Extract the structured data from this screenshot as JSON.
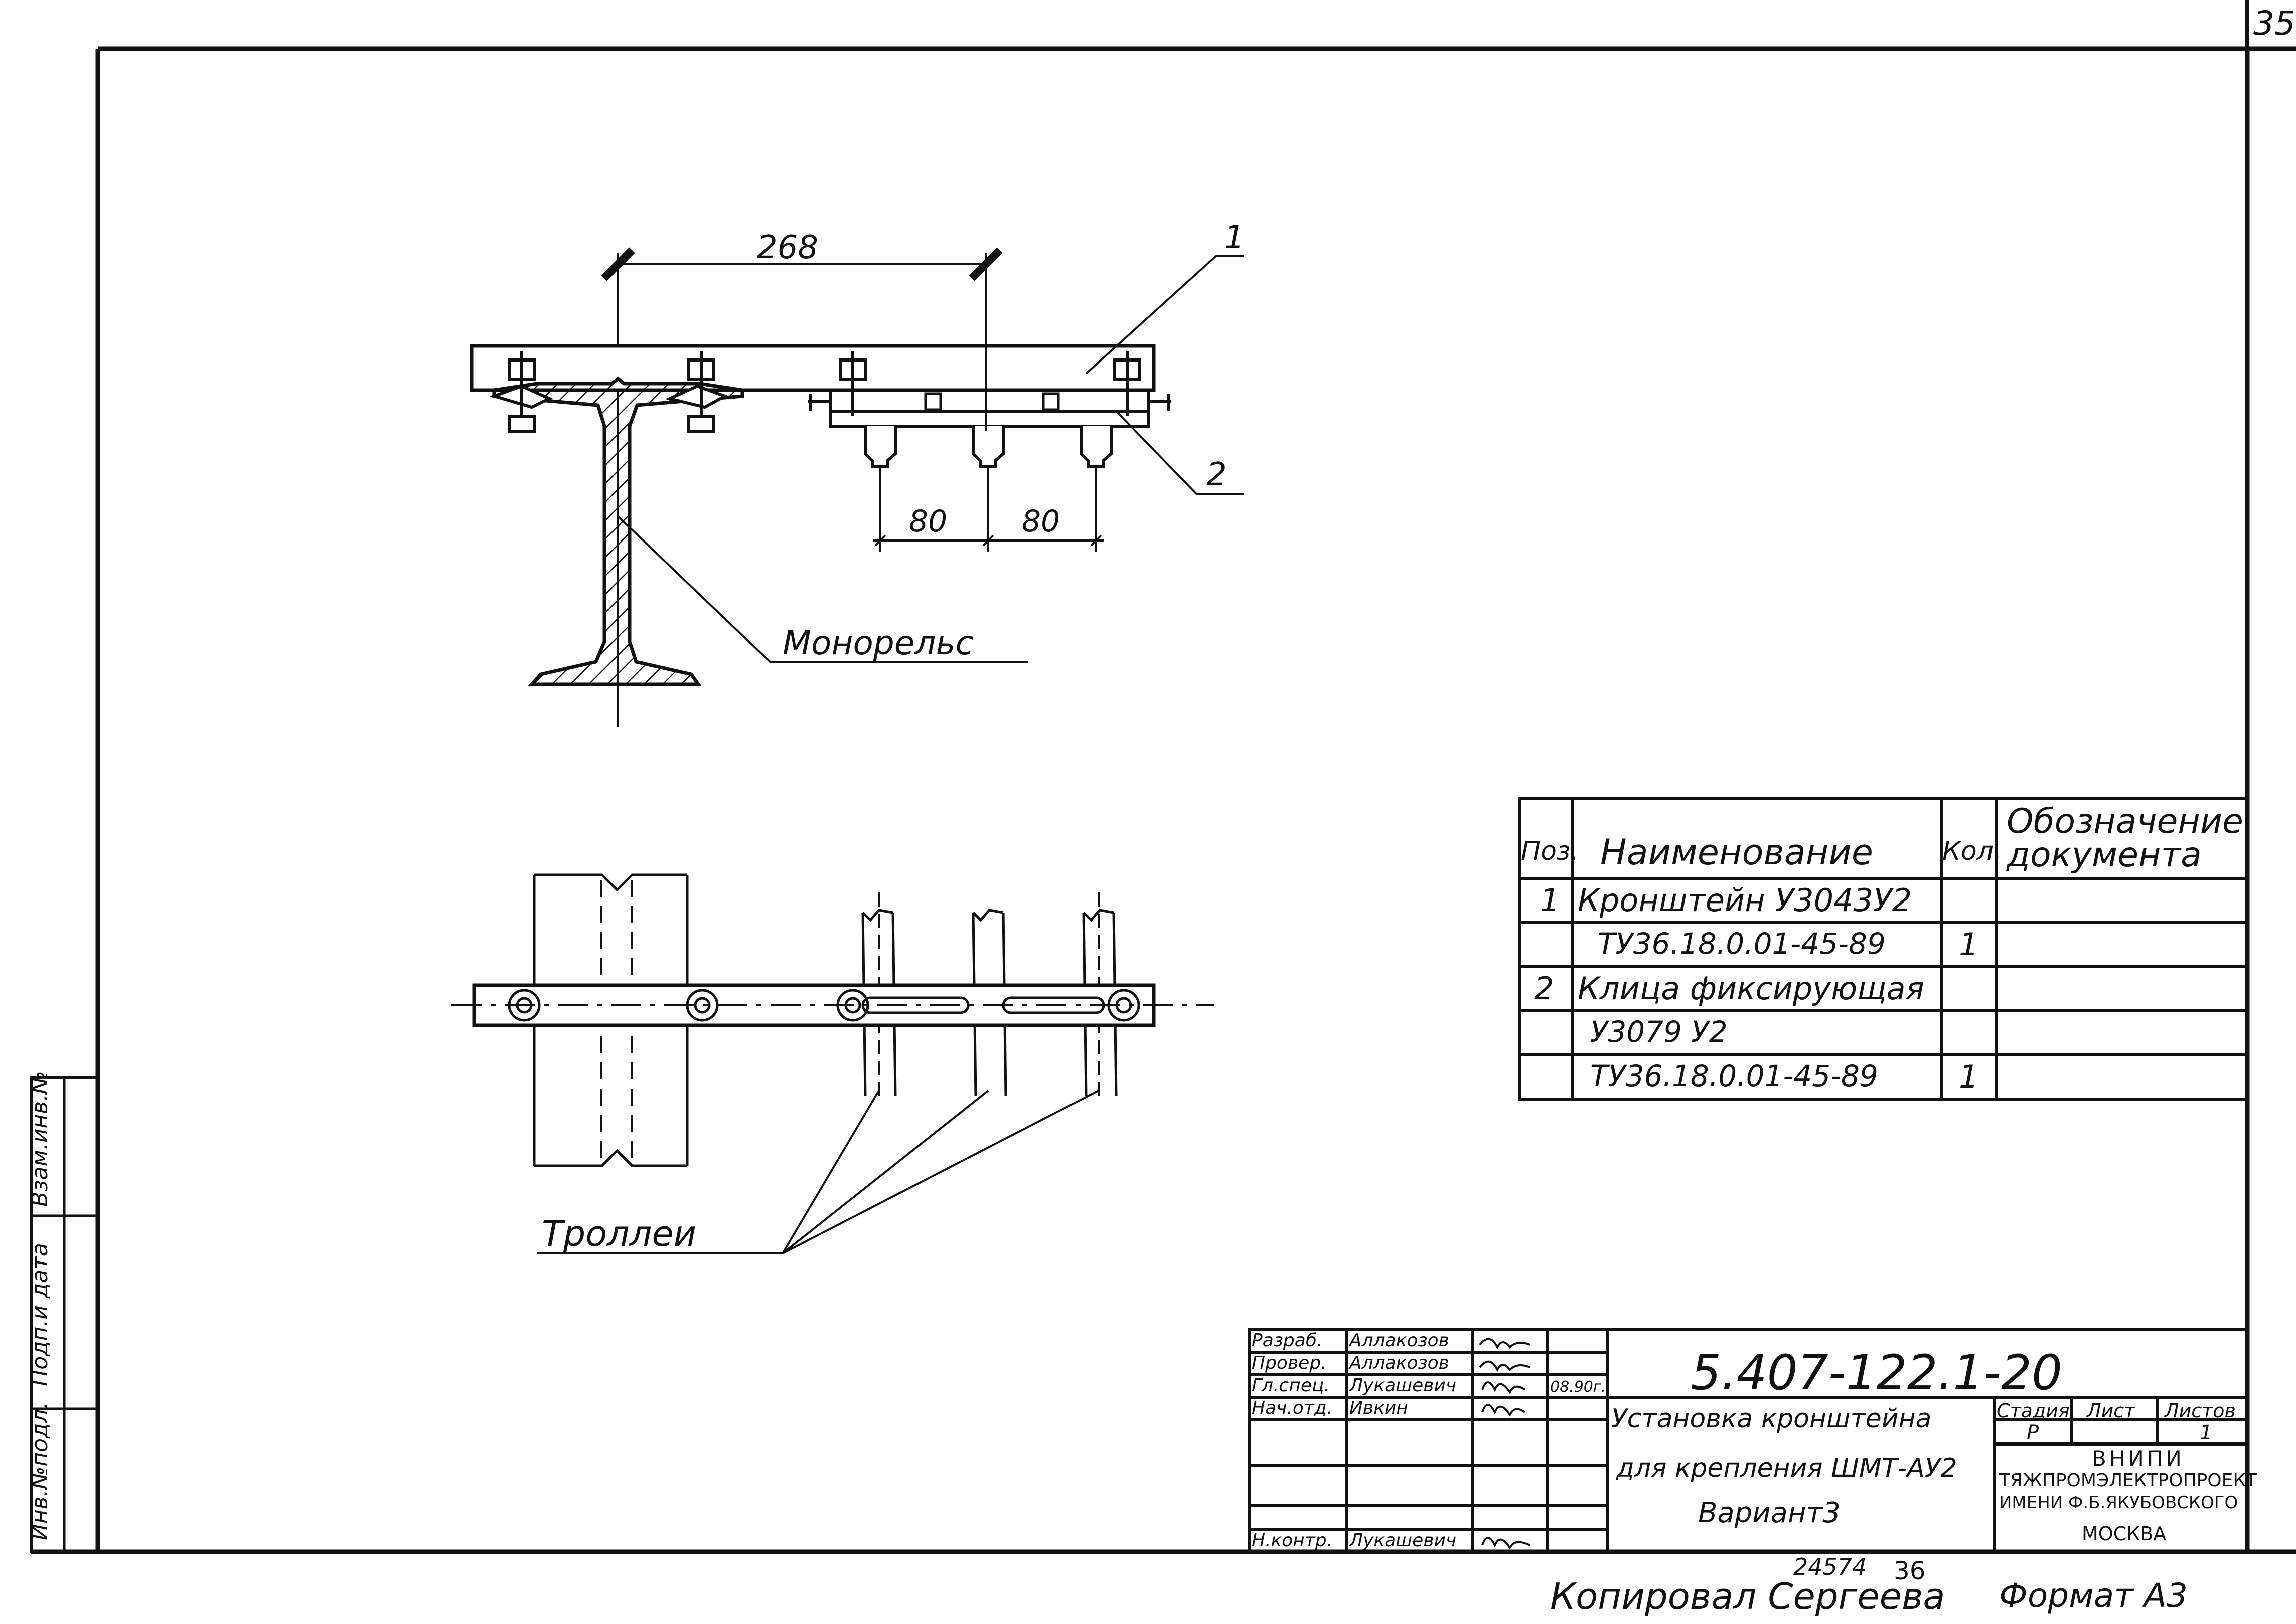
{
  "sheet_number": "35",
  "dimensions": {
    "span_main": "268",
    "pitch_left": "80",
    "pitch_right": "80"
  },
  "callouts": {
    "item_1": "1",
    "item_2": "2",
    "monorail": "Монорельс",
    "trolleys": "Троллеи"
  },
  "spec_table": {
    "headers": {
      "pos": "Поз.",
      "name": "Наименование",
      "qty": "Кол.",
      "doc_line1": "Обозначение",
      "doc_line2": "документа"
    },
    "rows": [
      {
        "pos": "1",
        "name": "Кронштейн У3043У2",
        "qty": "",
        "doc": ""
      },
      {
        "pos": "",
        "name": "ТУ36.18.0.01-45-89",
        "qty": "1",
        "doc": ""
      },
      {
        "pos": "2",
        "name": "Клица фиксирующая",
        "qty": "",
        "doc": ""
      },
      {
        "pos": "",
        "name": "У3079 У2",
        "qty": "",
        "doc": ""
      },
      {
        "pos": "",
        "name": "ТУ36.18.0.01-45-89",
        "qty": "1",
        "doc": ""
      }
    ]
  },
  "side_stamp": {
    "inv_no": "Инв.№подл.",
    "sign_date": "Подп.и дата",
    "replace_inv": "Взам.инв.№"
  },
  "title_block": {
    "designation": "5.407-122.1-20",
    "title_line1": "Установка кронштейна",
    "title_line2": "для крепления ШМТ-АУ2",
    "title_line3": "Вариант3",
    "stage_label": "Стадия",
    "sheet_label": "Лист",
    "sheets_label": "Листов",
    "stage_value": "Р",
    "sheets_value": "1",
    "org_line1": "ВНИПИ",
    "org_line2": "ТЯЖПРОМЭЛЕКТРОПРОЕКТ",
    "org_line3": "ИМЕНИ Ф.Б.ЯКУБОВСКОГО",
    "org_line4": "МОСКВА",
    "date": "08.90г.",
    "roles": [
      {
        "role": "Разраб.",
        "name": "Аллакозов"
      },
      {
        "role": "Провер.",
        "name": "Аллакозов"
      },
      {
        "role": "Гл.спец.",
        "name": "Лукашевич"
      },
      {
        "role": "Нач.отд.",
        "name": "Ивкин"
      },
      {
        "role": "",
        "name": ""
      },
      {
        "role": "",
        "name": ""
      },
      {
        "role": "Н.контр.",
        "name": "Лукашевич"
      }
    ]
  },
  "footer": {
    "copied_by": "Копировал Сергеева",
    "archive_no": "24574",
    "archive_page": "36",
    "format": "Формат А3"
  }
}
